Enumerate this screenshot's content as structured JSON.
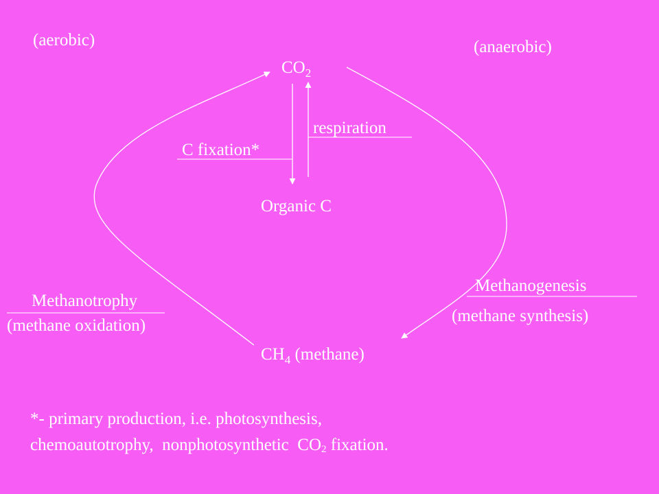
{
  "labels": {
    "aerobic": "(aerobic)",
    "anaerobic": "(anaerobic)",
    "co2_main": "CO",
    "co2_sub": "2",
    "respiration": "respiration",
    "c_fixation": "C fixation*",
    "organic_c": "Organic C",
    "methanotrophy": "Methanotrophy",
    "methane_oxidation": "(methane oxidation)",
    "methanogenesis": "Methanogenesis",
    "methane_synthesis": "(methane synthesis)",
    "ch4_main": "CH",
    "ch4_sub": "4",
    "ch4_rest": " (methane)"
  },
  "footnote": {
    "line1": "*- primary production, i.e. photosynthesis,",
    "line2_start": "chemoautotrophy,  nonphotosynthetic  CO",
    "line2_sub": "2",
    "line2_end": " fixation."
  },
  "colors": {
    "background": "#f75df5",
    "foreground": "#ffffff"
  }
}
